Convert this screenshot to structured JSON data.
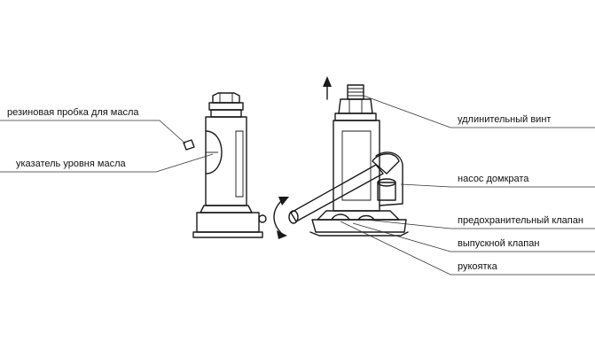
{
  "labels": {
    "rubber_plug": "резиновая пробка для масла",
    "oil_level_indicator": "указатель уровня масла",
    "extension_screw": "удлинительный винт",
    "jack_pump": "насос домкрата",
    "safety_valve": "предохранительный клапан",
    "release_valve": "выпускной клапан",
    "handle": "рукоятка"
  },
  "colors": {
    "line": "#1a1a1a",
    "background": "#ffffff"
  },
  "icons": {
    "lift_direction": "arrow-up-icon",
    "handle_motion": "curved-double-arrow-icon"
  }
}
